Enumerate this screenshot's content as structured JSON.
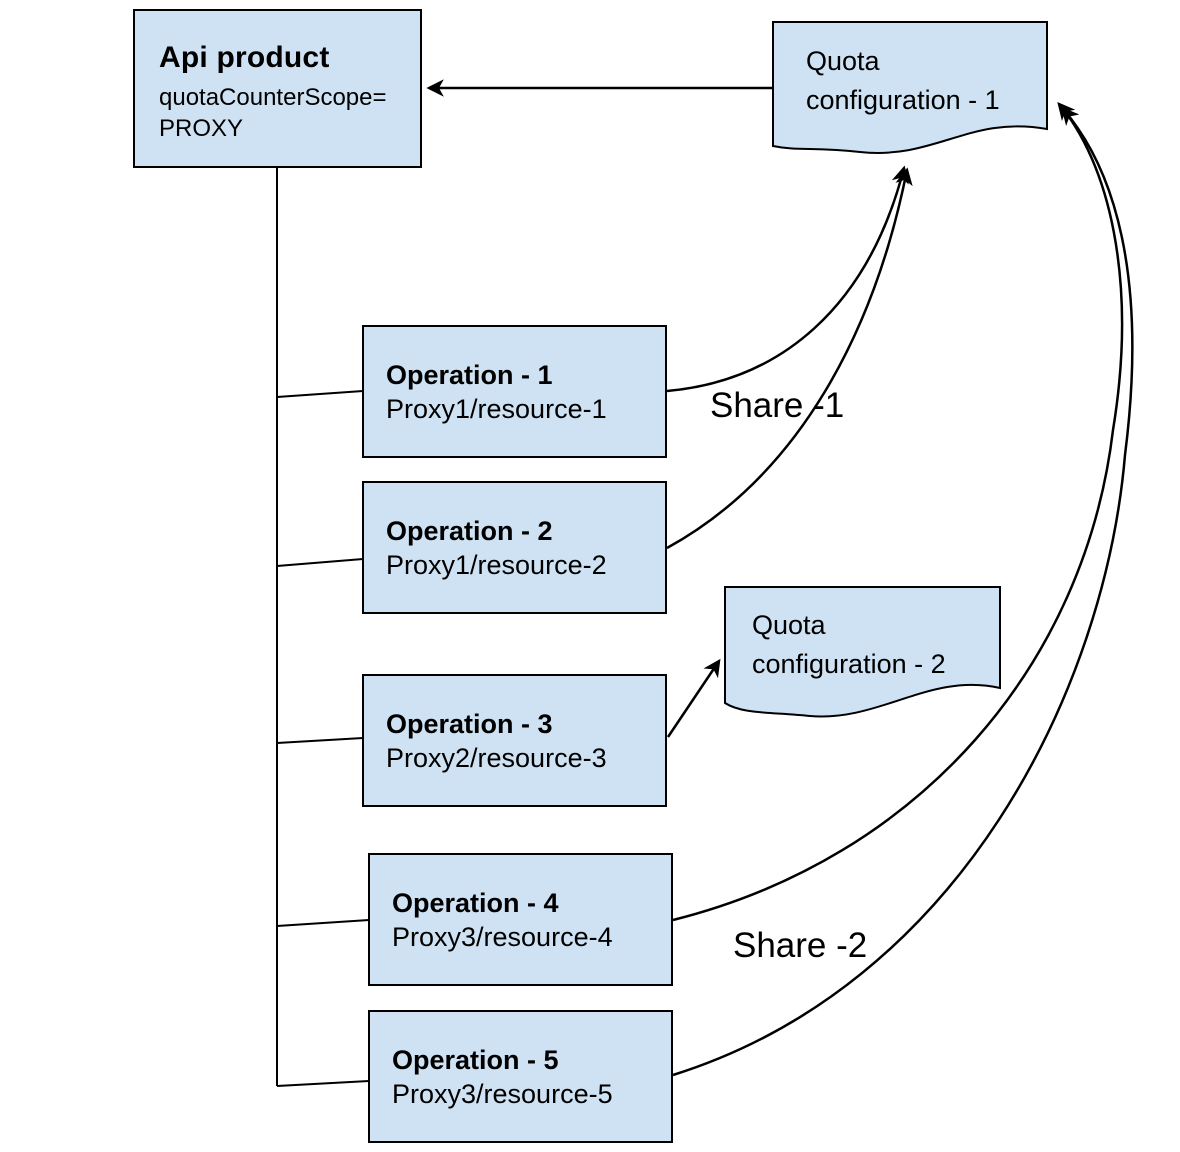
{
  "api_product": {
    "title": "Api product",
    "attr_line1": "quotaCounterScope=",
    "attr_line2": "PROXY"
  },
  "quota_config_1": {
    "line1": "Quota",
    "line2": "configuration - 1"
  },
  "quota_config_2": {
    "line1": "Quota",
    "line2": "configuration - 2"
  },
  "operations": [
    {
      "title": "Operation - 1",
      "subtitle": "Proxy1/resource-1"
    },
    {
      "title": "Operation - 2",
      "subtitle": "Proxy1/resource-2"
    },
    {
      "title": "Operation - 3",
      "subtitle": "Proxy2/resource-3"
    },
    {
      "title": "Operation - 4",
      "subtitle": "Proxy3/resource-4"
    },
    {
      "title": "Operation - 5",
      "subtitle": "Proxy3/resource-5"
    }
  ],
  "labels": {
    "share1": "Share -1",
    "share2": "Share -2"
  },
  "colors": {
    "shape_fill": "#cfe2f3",
    "stroke": "#000000"
  }
}
